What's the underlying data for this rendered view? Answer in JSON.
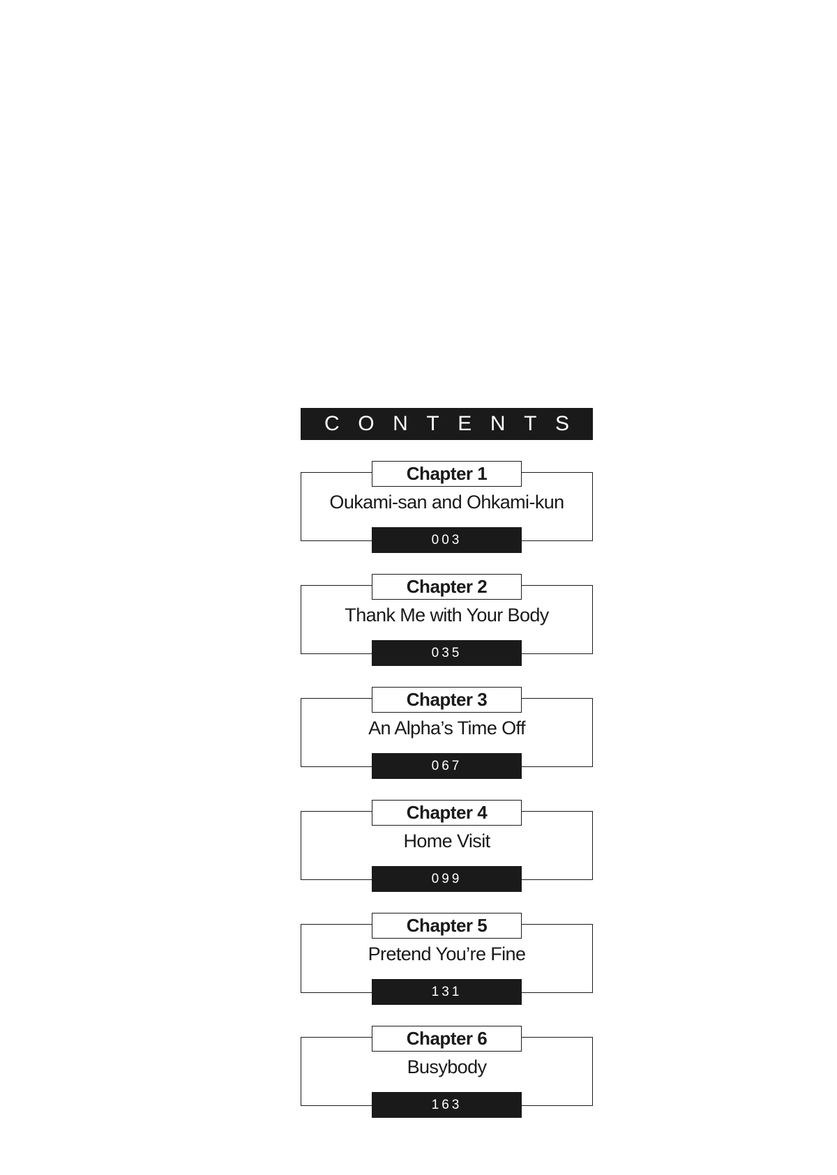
{
  "contents_heading": [
    "C",
    "O",
    "N",
    "T",
    "E",
    "N",
    "T",
    "S"
  ],
  "chapters": [
    {
      "label": "Chapter 1",
      "title": "Oukami-san and Ohkami-kun",
      "page": "003"
    },
    {
      "label": "Chapter 2",
      "title": "Thank Me with Your Body",
      "page": "035"
    },
    {
      "label": "Chapter 3",
      "title": "An Alpha’s Time Off",
      "page": "067"
    },
    {
      "label": "Chapter 4",
      "title": "Home Visit",
      "page": "099"
    },
    {
      "label": "Chapter 5",
      "title": "Pretend You’re Fine",
      "page": "131"
    },
    {
      "label": "Chapter 6",
      "title": "Busybody",
      "page": "163"
    }
  ]
}
